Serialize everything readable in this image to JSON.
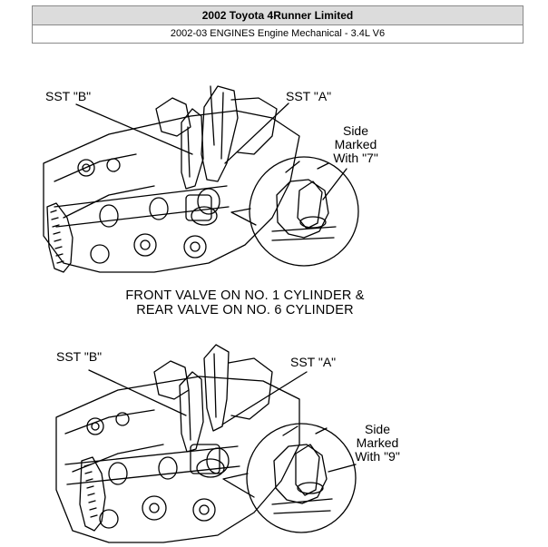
{
  "header": {
    "title": "2002 Toyota 4Runner Limited",
    "subtitle": "2002-03 ENGINES Engine Mechanical - 3.4L V6"
  },
  "figure_top": {
    "sst_b": "SST \"B\"",
    "sst_a": "SST \"A\"",
    "side_line1": "Side",
    "side_line2": "Marked",
    "side_line3": "With \"7\""
  },
  "caption": {
    "line1": "FRONT VALVE ON NO. 1 CYLINDER &",
    "line2": "REAR VALVE ON NO. 6 CYLINDER"
  },
  "figure_bottom": {
    "sst_b": "SST \"B\"",
    "sst_a": "SST \"A\"",
    "side_line1": "Side",
    "side_line2": "Marked",
    "side_line3": "With \"9\""
  }
}
